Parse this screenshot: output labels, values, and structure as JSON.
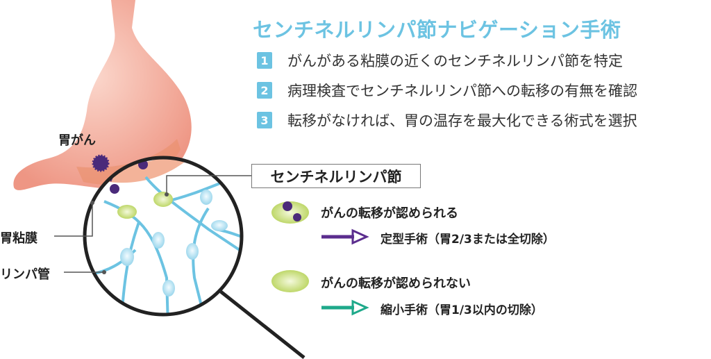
{
  "title": "センチネルリンパ節ナビゲーション手術",
  "steps": [
    {
      "number": "1",
      "text": "がんがある粘膜の近くのセンチネルリンパ節を特定"
    },
    {
      "number": "2",
      "text": "病理検査でセンチネルリンパ節への転移の有無を確認"
    },
    {
      "number": "3",
      "text": "転移がなければ、胃の温存を最大化できる術式を選択"
    }
  ],
  "labels": {
    "gastric_cancer": "胃がん",
    "gastric_mucosa": "胃粘膜",
    "lymph_vessel": "リンパ管",
    "sentinel_node": "センチネルリンパ節"
  },
  "legend": {
    "metastasis_found": "がんの転移が認められる",
    "standard_surgery": "定型手術（胃2/3または全切除）",
    "no_metastasis": "がんの転移が認められない",
    "reduced_surgery": "縮小手術（胃1/3以内の切除）"
  },
  "colors": {
    "accent": "#6cc3e2",
    "stomach": "#f2a493",
    "node": "#c5dc7a",
    "vessel": "#6cc3e2",
    "cancer": "#4a2a7a",
    "arrow_standard": "#5b2d8e",
    "arrow_reduced": "#1ea98a"
  }
}
